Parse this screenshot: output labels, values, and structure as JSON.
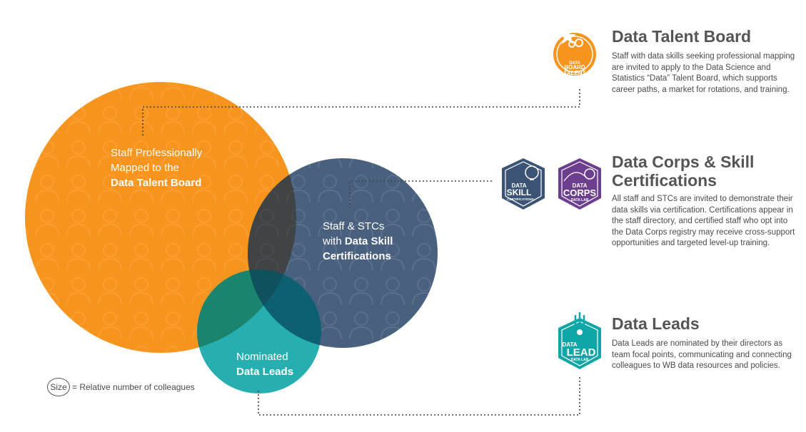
{
  "diagram": {
    "circles": [
      {
        "id": "talent",
        "lines": [
          [
            "Staff Professionally"
          ],
          [
            "Mapped to the"
          ],
          [
            "",
            "Data Talent Board"
          ]
        ],
        "color": "#F7941D"
      },
      {
        "id": "skill",
        "lines": [
          [
            "Staff & STCs"
          ],
          [
            "with ",
            "Data Skill"
          ],
          [
            "",
            "Certifications"
          ]
        ],
        "color": "#3B5475"
      },
      {
        "id": "leads",
        "lines": [
          [
            "Nominated"
          ],
          [
            "",
            "Data Leads"
          ]
        ],
        "color": "#10A5A7"
      }
    ],
    "legend": {
      "size_label": "Size",
      "description": "= Relative number of colleagues"
    }
  },
  "panels": {
    "talent_board": {
      "title": "Data Talent Board",
      "body": "Staff with data skills seeking professional mapping are invited to apply to the Data Science and Statistics “Data” Talent Board, which supports career paths, a market for rotations, and training.",
      "badge": {
        "line1": "DATA",
        "line2": "BOARD",
        "line3": "TALENT",
        "color": "#F7941D"
      }
    },
    "data_corps": {
      "title_line1": "Data Corps & Skill",
      "title_line2": "Certifications",
      "body": "All staff and STCs are invited to demonstrate their data skills via certification. Certifications appear in the staff directory, and certified staff who opt into the Data Corps registry may receive cross-support opportunities and targeted level-up training.",
      "skill_badge": {
        "line1": "DATA",
        "line2": "SKILL",
        "line3": "CERTIFICATIONS",
        "color": "#3B5475"
      },
      "corps_badge": {
        "line1": "DATA",
        "line2": "CORPS",
        "line3": "DATA LAB",
        "color": "#6B3E8E"
      }
    },
    "data_leads": {
      "title": "Data Leads",
      "body": "Data Leads are nominated by their directors as team focal points, communicating and connecting colleagues to WB data resources and policies.",
      "badge": {
        "line1": "DATA",
        "line2": "LEAD",
        "line3": "DATA LAB",
        "color": "#10A5A7"
      }
    }
  }
}
